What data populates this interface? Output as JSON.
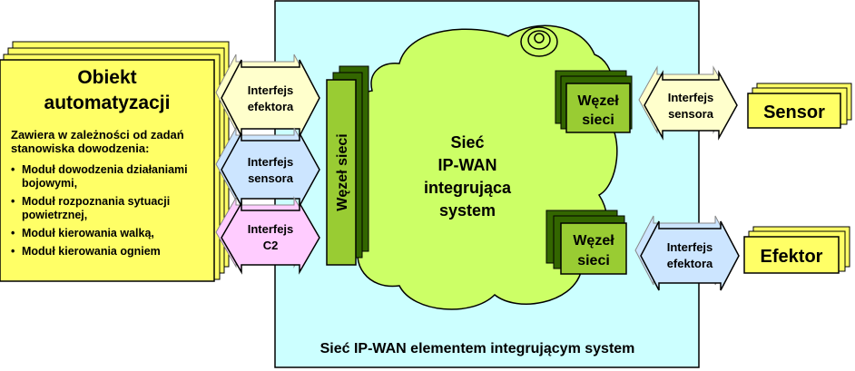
{
  "colors": {
    "yellow_box": "#ffff66",
    "platform": "#ccffff",
    "cloud": "#ccff66",
    "node_green": "#99cc33",
    "node_shadow": "#336600",
    "arrow_cream": "#ffffcc",
    "arrow_blue": "#cce5ff",
    "arrow_pink": "#ffccff"
  },
  "object_box": {
    "title_line1": "Obiekt",
    "title_line2": "automatyzacji",
    "intro": "Zawiera w zależności od zadań stanowiska dowodzenia:",
    "modules": [
      "Moduł dowodzenia działaniami bojowymi,",
      "Moduł rozpoznania sytuacji powietrznej,",
      "Moduł kierowania walką,",
      "Moduł kierowania ogniem"
    ]
  },
  "left_interfaces": [
    {
      "line1": "Interfejs",
      "line2": "efektora"
    },
    {
      "line1": "Interfejs",
      "line2": "sensora"
    },
    {
      "line1": "Interfejs",
      "line2": "C2"
    }
  ],
  "left_node": {
    "label": "Węzeł sieci"
  },
  "cloud": {
    "line1": "Sieć",
    "line2": "IP-WAN",
    "line3": "integrująca",
    "line4": "system",
    "icon": "network-spiral-icon"
  },
  "right_top": {
    "node_line1": "Węzeł",
    "node_line2": "sieci",
    "interface_line1": "Interfejs",
    "interface_line2": "sensora",
    "device": "Sensor"
  },
  "right_bottom": {
    "node_line1": "Węzeł",
    "node_line2": "sieci",
    "interface_line1": "Interfejs",
    "interface_line2": "efektora",
    "device": "Efektor"
  },
  "caption": "Sieć IP-WAN elementem integrującym system"
}
